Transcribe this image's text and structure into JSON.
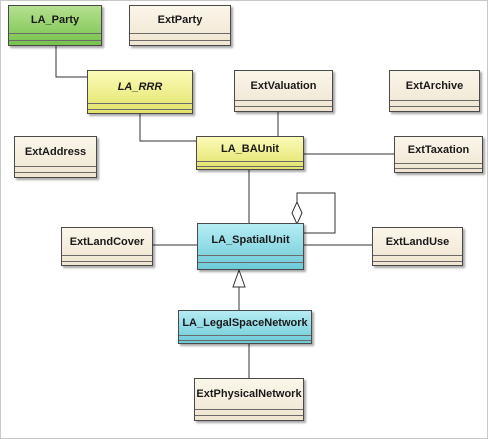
{
  "classes": {
    "la_party": "LA_Party",
    "ext_party": "ExtParty",
    "la_rrr": "LA_RRR",
    "ext_valuation": "ExtValuation",
    "ext_archive": "ExtArchive",
    "ext_address": "ExtAddress",
    "la_baunit": "LA_BAUnit",
    "ext_taxation": "ExtTaxation",
    "ext_landcover": "ExtLandCover",
    "la_spatialunit": "LA_SpatialUnit",
    "ext_landuse": "ExtLandUse",
    "la_legalspacenetwork": "LA_LegalSpaceNetwork",
    "ext_physicalnetwork": "ExtPhysicalNetwork"
  },
  "colors": {
    "party_package": "#78c24d",
    "rrr_package": "#e3e36a",
    "spatial_package": "#6ccbd8",
    "external": "#efe5d0",
    "line": "#333333"
  }
}
